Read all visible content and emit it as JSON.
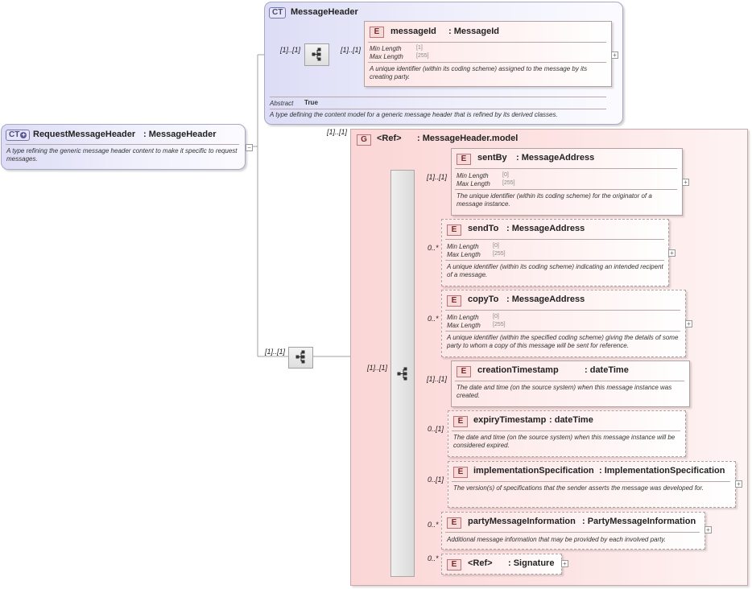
{
  "colors": {
    "complex_type_bg": "#dcdcf6",
    "element_bg": "#fde6e6",
    "model_bg": "#fbd6d6",
    "border": "#a8a8c8"
  },
  "request_header": {
    "badge": "CT",
    "badge_icon": "plus-circle-icon",
    "title": "RequestMessageHeader",
    "type": ": MessageHeader",
    "desc": "A type refining the generic message header content to make it specific to request messages."
  },
  "message_header": {
    "badge": "CT",
    "title": "MessageHeader",
    "mult_seq": "[1]..[1]",
    "mult_el": "[1]..[1]",
    "abstract_label": "Abstract",
    "abstract_value": "True",
    "desc": "A type defining the content model for a generic message header that is refined by its derived classes.",
    "message_id": {
      "badge": "E",
      "title": "messageId",
      "type": ": MessageId",
      "min_label": "Min Length",
      "min_value": "[1]",
      "max_label": "Max Length",
      "max_value": "[255]",
      "desc": "A unique identifier (within its coding scheme) assigned to the message by its creating party."
    }
  },
  "ext_seq_mult": "[1]..[1]",
  "model_group": {
    "mult": "[1]..[1]",
    "badge": "G",
    "ref": "<Ref>",
    "title": ": MessageHeader.model",
    "seq_mult": "[1]..[1]"
  },
  "elements": [
    {
      "mult": "[1]..[1]",
      "badge": "E",
      "title": "sentBy",
      "type": ": MessageAddress",
      "min_label": "Min Length",
      "min_value": "[0]",
      "max_label": "Max Length",
      "max_value": "[255]",
      "desc": "The unique identifier (within its coding scheme) for the originator of a message instance."
    },
    {
      "mult": "0..*",
      "badge": "E",
      "title": "sendTo",
      "type": ": MessageAddress",
      "min_label": "Min Length",
      "min_value": "[0]",
      "max_label": "Max Length",
      "max_value": "[255]",
      "desc": "A unique identifier (within its coding scheme) indicating an intended recipent of a message."
    },
    {
      "mult": "0..*",
      "badge": "E",
      "title": "copyTo",
      "type": ": MessageAddress",
      "min_label": "Min Length",
      "min_value": "[0]",
      "max_label": "Max Length",
      "max_value": "[255]",
      "desc": "A unique identifier (within the specified coding scheme) giving the details of some party to whom a copy of this message will be sent for reference."
    },
    {
      "mult": "[1]..[1]",
      "badge": "E",
      "title": "creationTimestamp",
      "type": ": dateTime",
      "desc": "The date and time (on the source system) when this message instance was created."
    },
    {
      "mult": "0..[1]",
      "badge": "E",
      "title": "expiryTimestamp",
      "type": ": dateTime",
      "desc": "The date and time (on the source system) when this message instance will be considered expired."
    },
    {
      "mult": "0..[1]",
      "badge": "E",
      "title": "implementationSpecification",
      "type": ": ImplementationSpecification",
      "desc": "The version(s) of specifications that the sender asserts the message was developed for."
    },
    {
      "mult": "0..*",
      "badge": "E",
      "title": "partyMessageInformation",
      "type": ": PartyMessageInformation",
      "desc": "Additional message information that may be provided by each involved party."
    },
    {
      "mult": "0..*",
      "badge": "E",
      "ref": "<Ref>",
      "type": ": Signature"
    }
  ],
  "expand_symbol": "+"
}
